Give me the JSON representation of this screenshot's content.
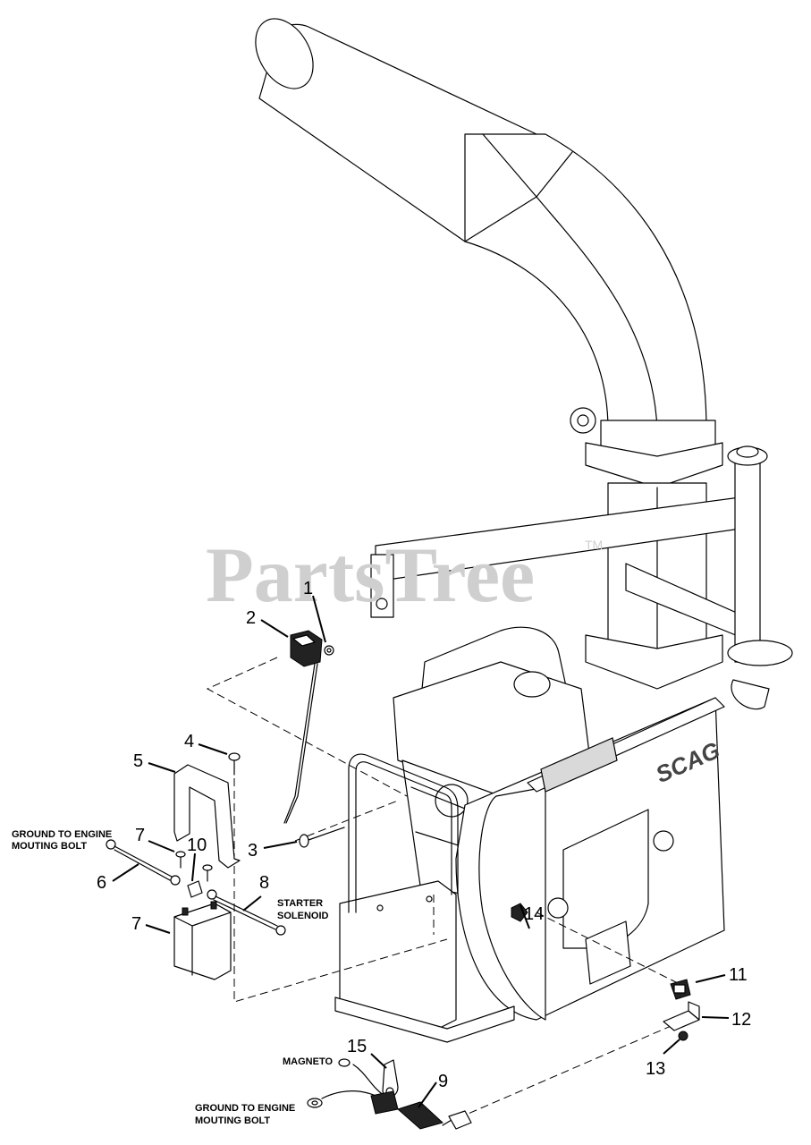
{
  "watermark": {
    "text": "PartsTree",
    "tm": "TM"
  },
  "brand": "SCAG",
  "callouts": [
    {
      "id": "c1",
      "text": "1"
    },
    {
      "id": "c2",
      "text": "2"
    },
    {
      "id": "c3",
      "text": "3"
    },
    {
      "id": "c4",
      "text": "4"
    },
    {
      "id": "c5",
      "text": "5"
    },
    {
      "id": "c6",
      "text": "6"
    },
    {
      "id": "c7a",
      "text": "7"
    },
    {
      "id": "c7b",
      "text": "7"
    },
    {
      "id": "c8",
      "text": "8"
    },
    {
      "id": "c9",
      "text": "9"
    },
    {
      "id": "c10",
      "text": "10"
    },
    {
      "id": "c11",
      "text": "11"
    },
    {
      "id": "c12",
      "text": "12"
    },
    {
      "id": "c13",
      "text": "13"
    },
    {
      "id": "c14",
      "text": "14"
    },
    {
      "id": "c15",
      "text": "15"
    }
  ],
  "labels": {
    "ground_engine_1_line1": "GROUND TO ENGINE",
    "ground_engine_1_line2": "MOUTING BOLT",
    "starter_line1": "STARTER",
    "starter_line2": "SOLENOID",
    "magneto": "MAGNETO",
    "ground_engine_2_line1": "GROUND TO ENGINE",
    "ground_engine_2_line2": "MOUTING BOLT"
  }
}
